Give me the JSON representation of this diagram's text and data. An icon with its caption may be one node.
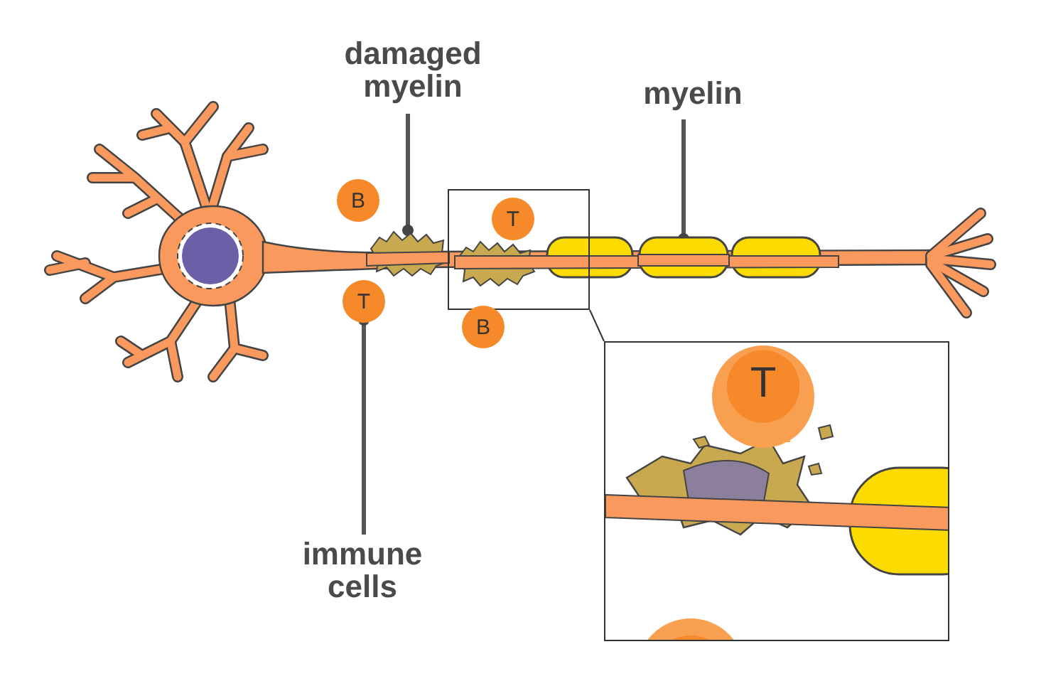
{
  "diagram": {
    "nodes": [
      {
        "text": [
          "damaged myelin"
        ]
      },
      {
        "text": [],
        "shape": "picture"
      },
      {
        "text": [
          "myelin"
        ]
      },
      {
        "text": [],
        "shape": "picture"
      },
      {
        "text": [
          "immune cells"
        ]
      },
      {
        "text": [
          "B"
        ]
      },
      {
        "text": [
          "T"
        ]
      },
      {
        "text": [],
        "shape": "box"
      },
      {
        "text": [
          "T"
        ],
        "in": 7
      },
      {
        "text": [
          "B"
        ]
      },
      {
        "text": [],
        "shape": "box"
      },
      {
        "text": [
          "T"
        ],
        "in": 10
      }
    ],
    "edges": [
      {
        "from": 0,
        "to": 1,
        "arrow": "other"
      },
      {
        "from": 2,
        "to": 3,
        "arrow": "other"
      },
      {
        "from": 4,
        "to": 6,
        "arrow": "other"
      },
      {
        "from": 7,
        "to": 10,
        "arrow": "none"
      }
    ]
  }
}
